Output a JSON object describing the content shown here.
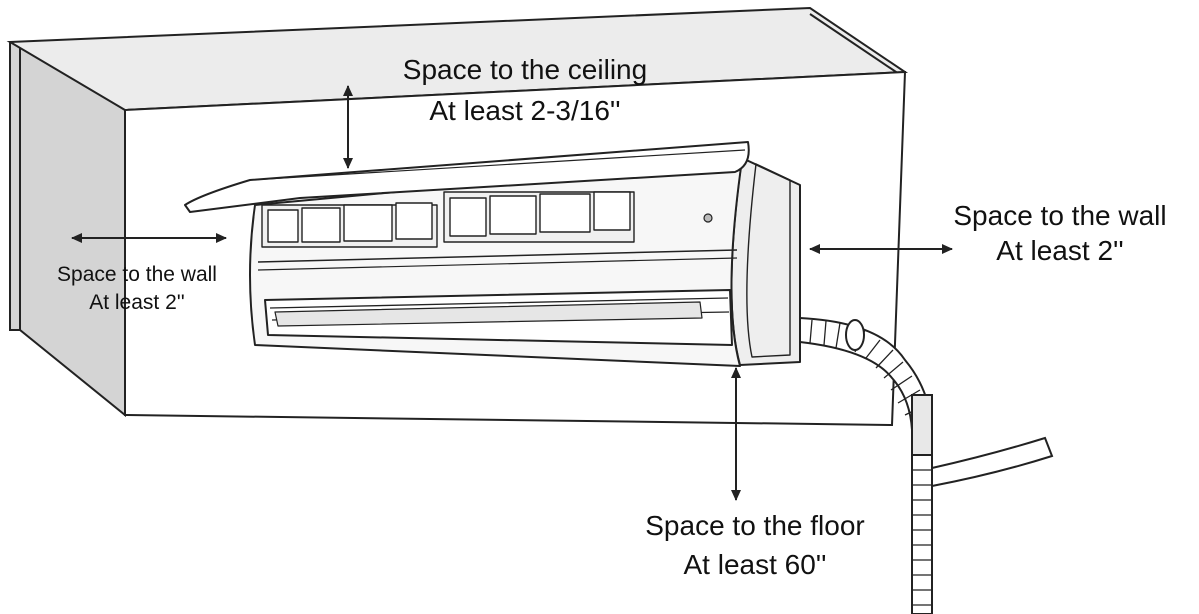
{
  "labels": {
    "ceiling": {
      "title": "Space to the ceiling",
      "value": "At least 2-3/16''"
    },
    "wall_left": {
      "title": "Space to the wall",
      "value": "At least 2''"
    },
    "wall_right": {
      "title": "Space to the wall",
      "value": "At least 2''"
    },
    "floor": {
      "title": "Space to the floor",
      "value": "At least 60''"
    }
  },
  "colors": {
    "line": "#222222",
    "wall_gray": "#d4d4d4",
    "wall_front": "#ffffff",
    "unit_body": "#f7f7f7"
  },
  "icons": {
    "arrows": "double-headed-arrow-icon",
    "pipe": "drain-hose-icon"
  }
}
